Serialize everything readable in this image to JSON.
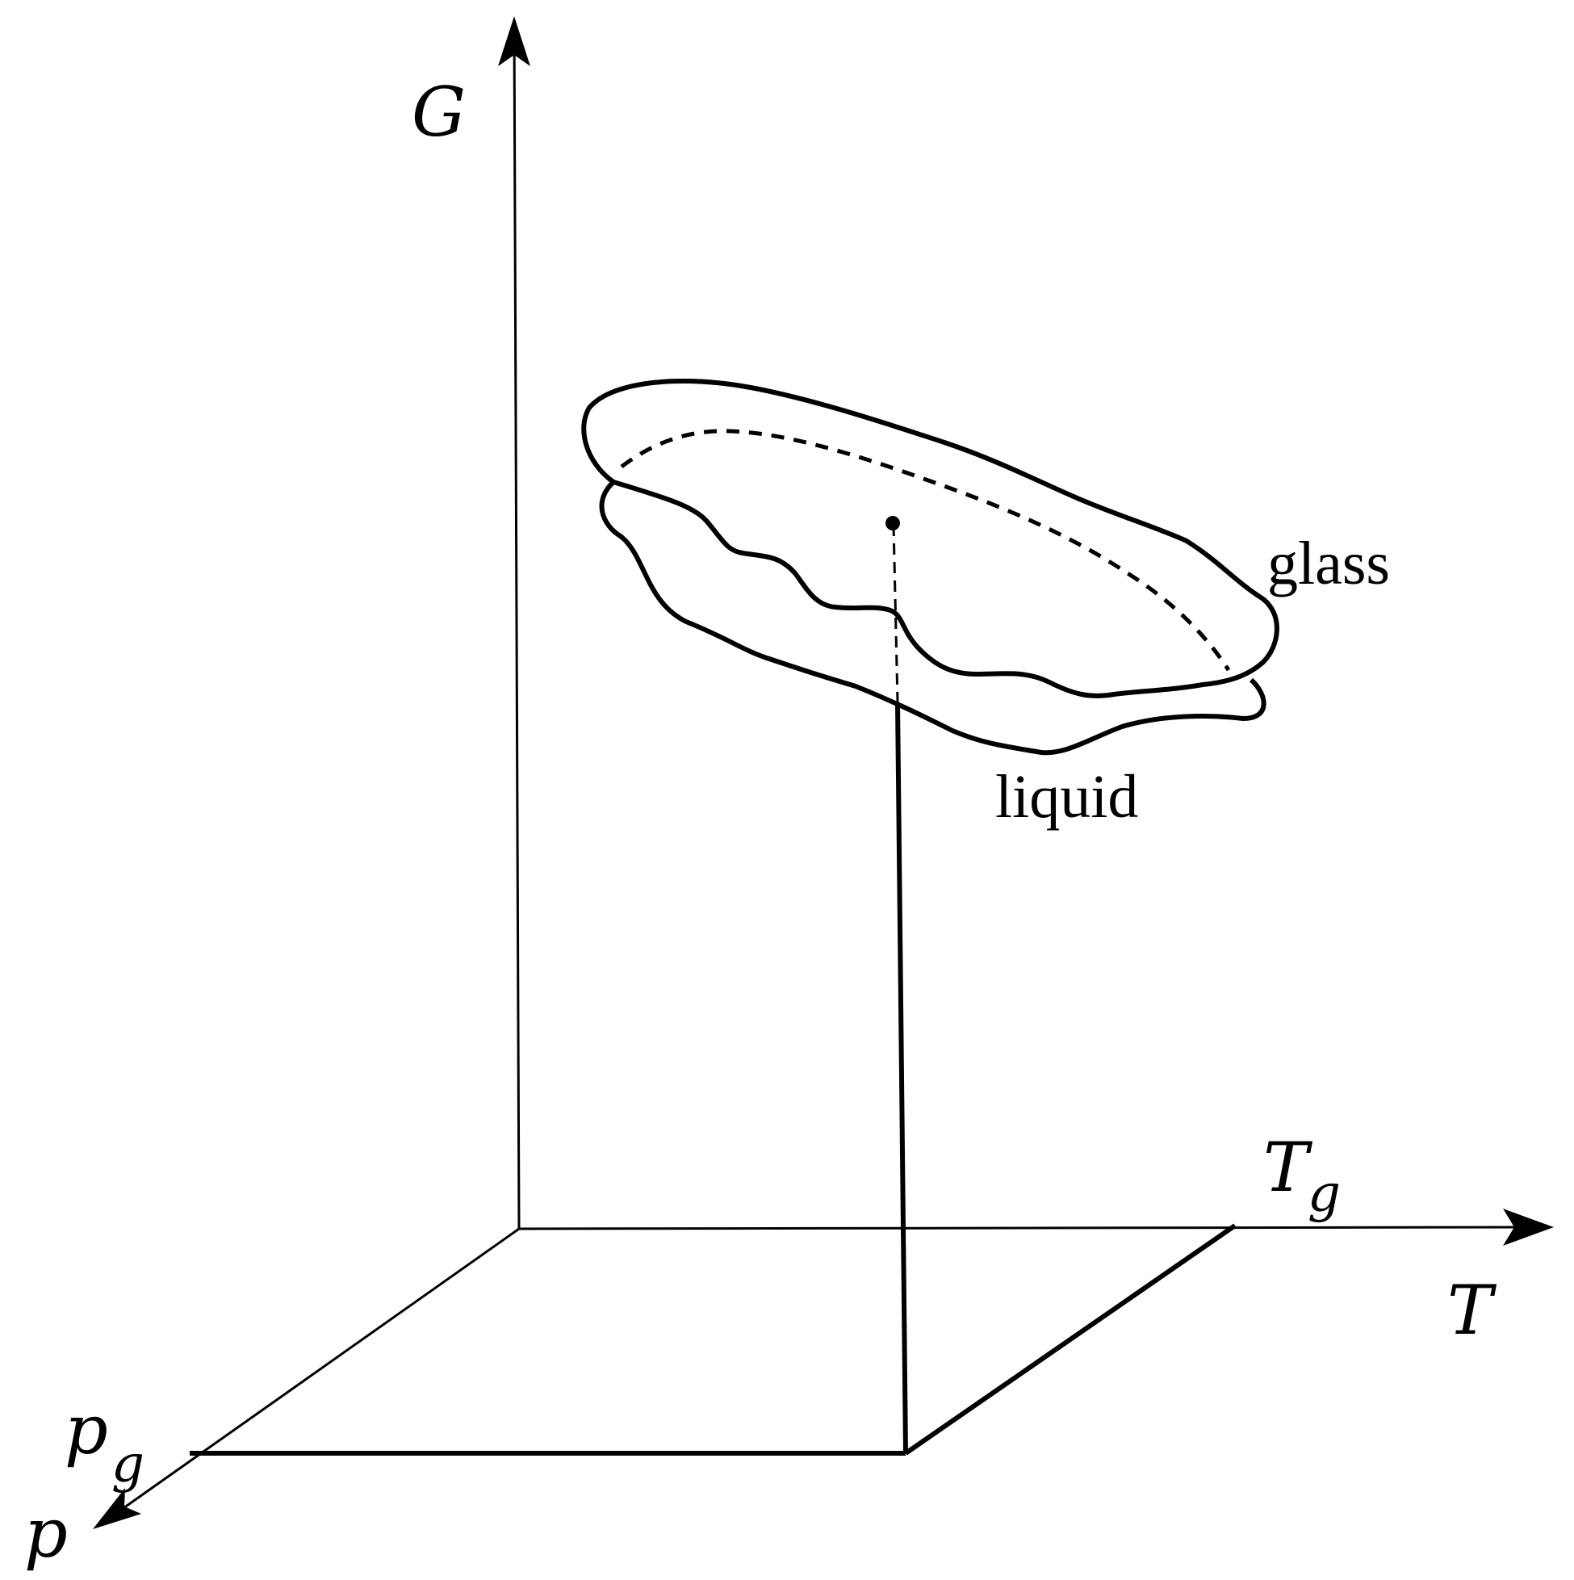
{
  "axes": {
    "vertical_label": "G",
    "temperature_label": "T",
    "pressure_label": "p"
  },
  "markers": {
    "temperature_marker_base": "T",
    "temperature_marker_sub": "g",
    "pressure_marker_base": "p",
    "pressure_marker_sub": "g"
  },
  "surfaces": {
    "upper": "glass",
    "lower": "liquid"
  },
  "colors": {
    "ink": "#000000",
    "background": "#ffffff"
  }
}
